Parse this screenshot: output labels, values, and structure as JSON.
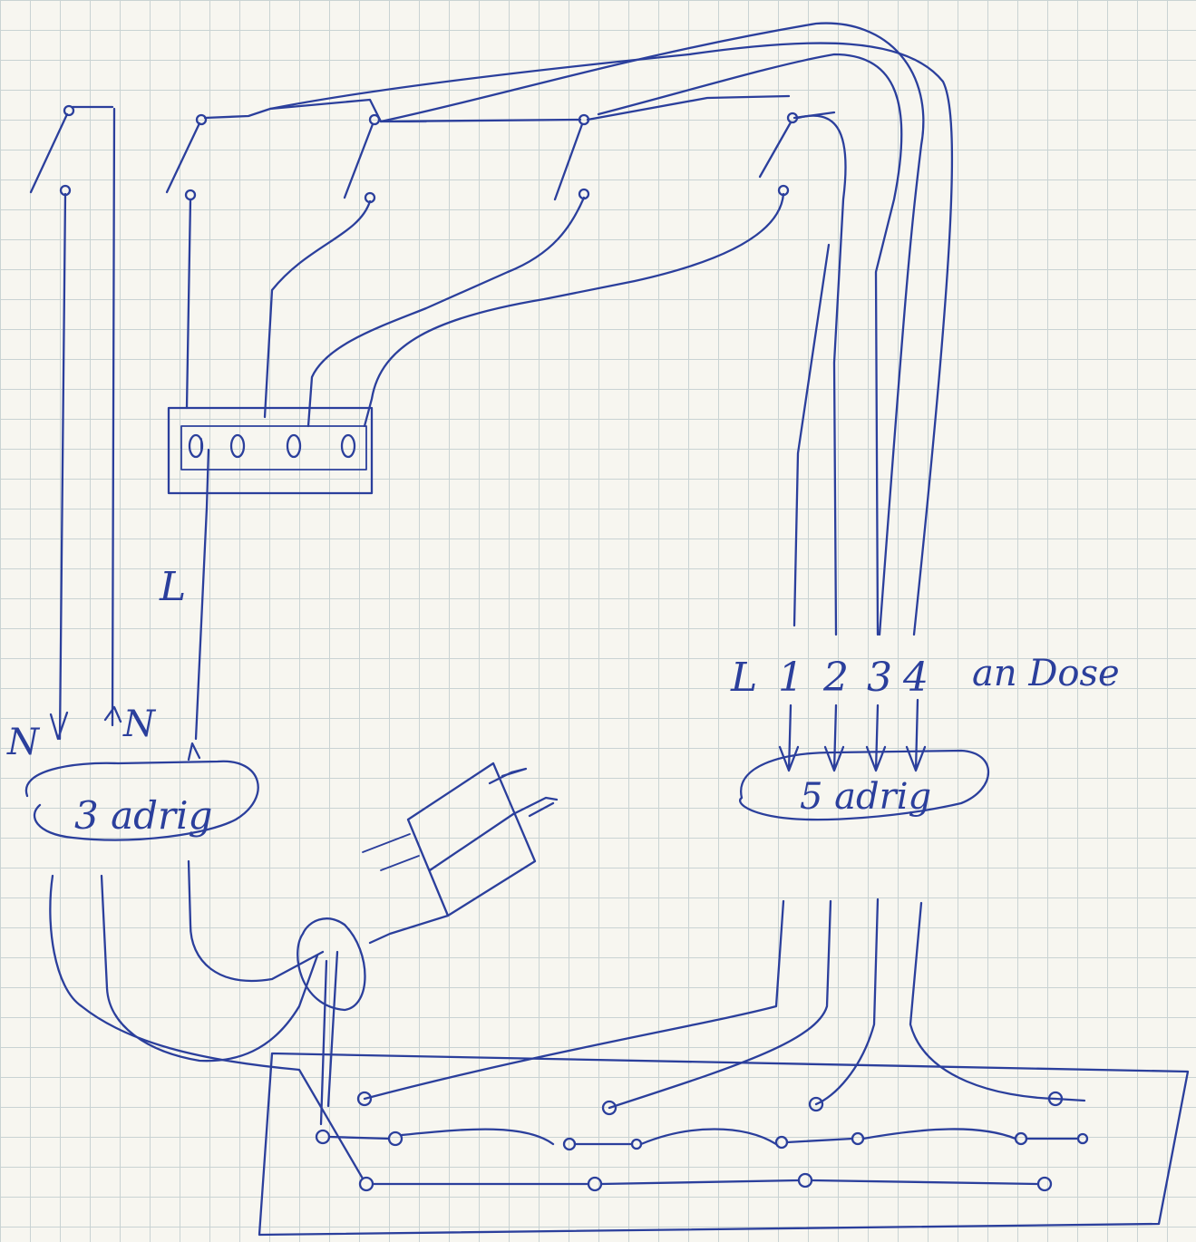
{
  "labels": {
    "neutral_left": "N",
    "neutral_right": "N",
    "live_feed": "L",
    "cable_3": "3 adrig",
    "cable_5": "5 adrig",
    "terminal_l": "L",
    "terminal_1": "1",
    "terminal_2": "2",
    "terminal_3": "3",
    "terminal_4": "4",
    "an_dose": "an Dose"
  },
  "ink_color": "#2b3f9c"
}
